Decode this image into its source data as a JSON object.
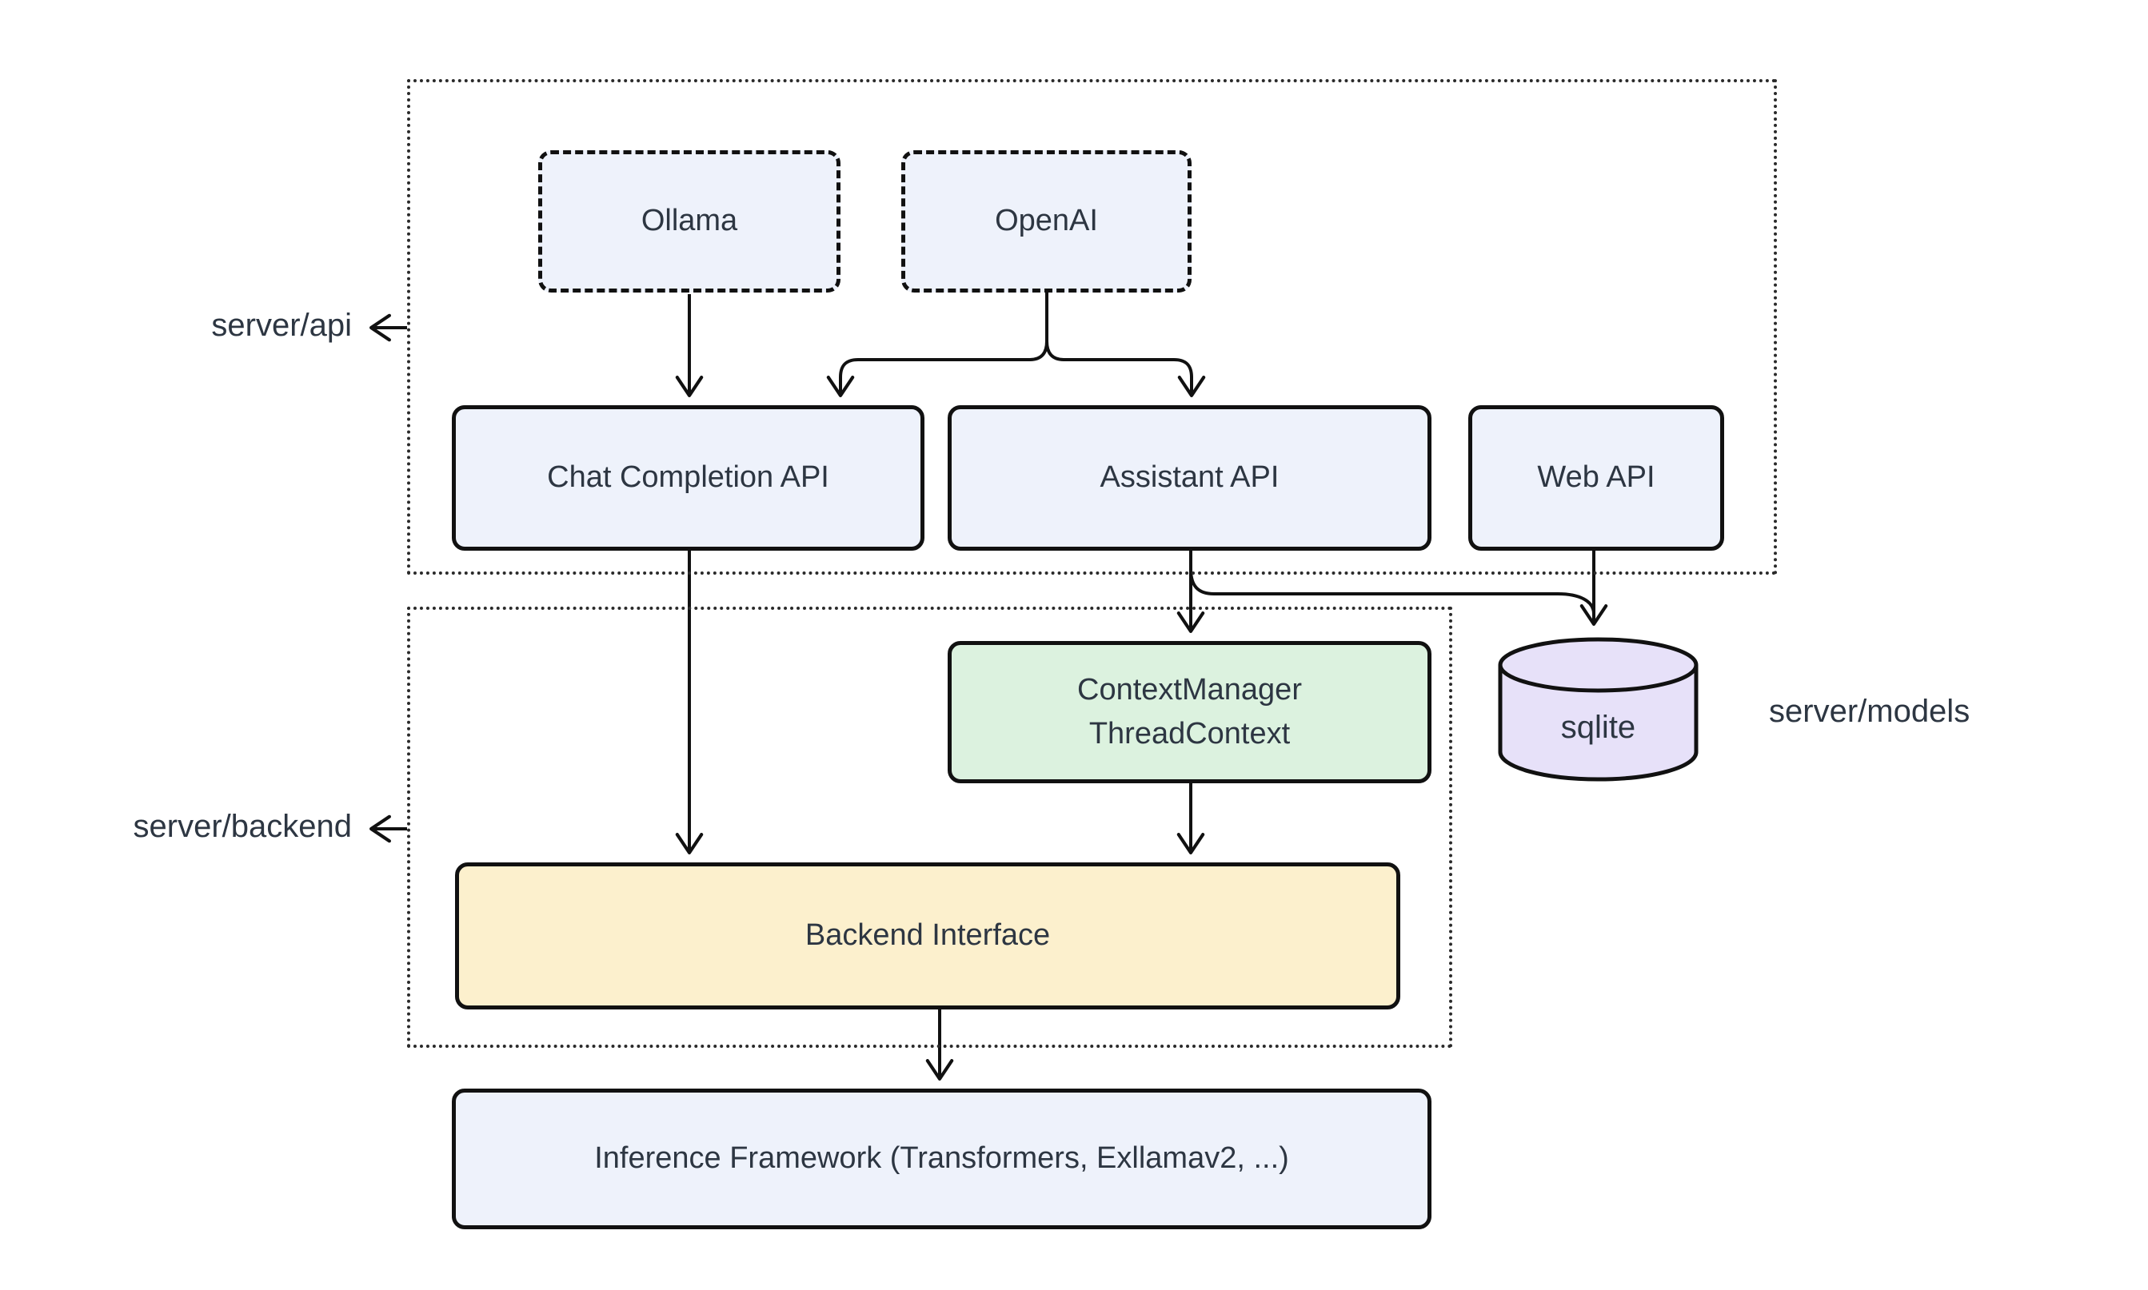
{
  "colors": {
    "background": "#ffffff",
    "node_blue": "#eef2fb",
    "node_green": "#dcf2df",
    "node_yellow": "#fcf0cd",
    "node_purple": "#e7e1f9",
    "stroke": "#111111",
    "text": "#2d3642",
    "container_border": "#2a2a2a"
  },
  "containers": {
    "api": {
      "label": "server/api"
    },
    "backend": {
      "label": "server/backend"
    }
  },
  "side_labels": {
    "models": "server/models"
  },
  "nodes": {
    "ollama": {
      "label": "Ollama"
    },
    "openai": {
      "label": "OpenAI"
    },
    "chat_completion": {
      "label": "Chat Completion API"
    },
    "assistant": {
      "label": "Assistant API"
    },
    "web": {
      "label": "Web API"
    },
    "context_manager": {
      "line1": "ContextManager",
      "line2": "ThreadContext"
    },
    "sqlite": {
      "label": "sqlite"
    },
    "backend_interface": {
      "label": "Backend Interface"
    },
    "inference": {
      "label": "Inference Framework (Transformers, Exllamav2, ...)"
    }
  },
  "edges": [
    {
      "from": "Ollama",
      "to": "Chat Completion API"
    },
    {
      "from": "OpenAI",
      "to": "Chat Completion API"
    },
    {
      "from": "OpenAI",
      "to": "Assistant API"
    },
    {
      "from": "Chat Completion API",
      "to": "Backend Interface"
    },
    {
      "from": "Assistant API",
      "to": "ContextManager ThreadContext"
    },
    {
      "from": "Assistant API",
      "to": "sqlite"
    },
    {
      "from": "Web API",
      "to": "sqlite"
    },
    {
      "from": "ContextManager ThreadContext",
      "to": "Backend Interface"
    },
    {
      "from": "Backend Interface",
      "to": "Inference Framework (Transformers, Exllamav2, ...)"
    },
    {
      "from": "server/api container",
      "to": "server/api label"
    },
    {
      "from": "server/backend container",
      "to": "server/backend label"
    }
  ]
}
